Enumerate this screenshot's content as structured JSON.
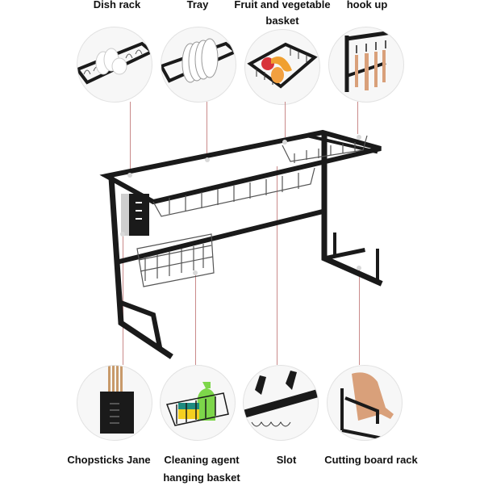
{
  "top_labels": [
    {
      "id": "dish-rack",
      "lines": [
        "Dish rack"
      ]
    },
    {
      "id": "tray",
      "lines": [
        "Tray"
      ]
    },
    {
      "id": "fruit-basket",
      "lines": [
        "Fruit and vegetable",
        "basket"
      ]
    },
    {
      "id": "hook-up",
      "lines": [
        "hook up"
      ]
    }
  ],
  "bottom_labels": [
    {
      "id": "chopsticks",
      "lines": [
        "Chopsticks Jane"
      ]
    },
    {
      "id": "cleaning-basket",
      "lines": [
        "Cleaning agent",
        "hanging basket"
      ]
    },
    {
      "id": "slot",
      "lines": [
        "Slot"
      ]
    },
    {
      "id": "cutting-board",
      "lines": [
        "Cutting board rack"
      ]
    }
  ],
  "colors": {
    "frame": "#1a1a1a",
    "wire": "#444444",
    "connector": "#c98a8a",
    "circle_border": "#e2e2e2"
  }
}
